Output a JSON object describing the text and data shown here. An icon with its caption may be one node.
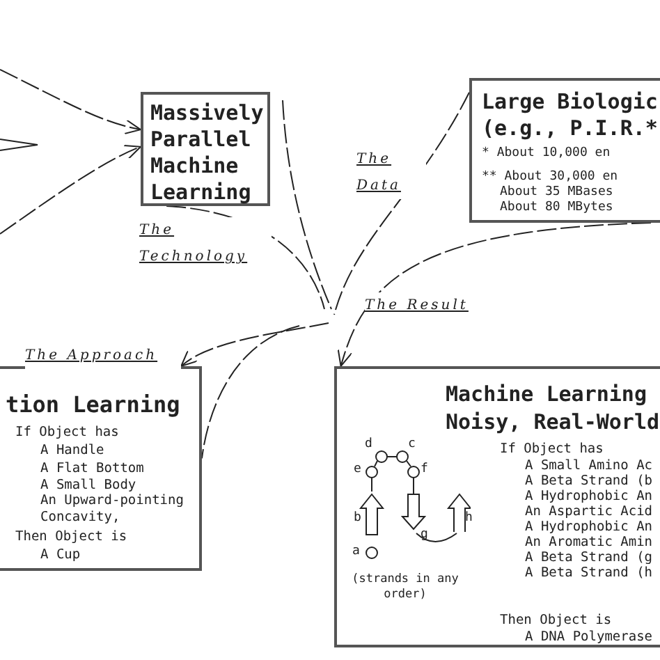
{
  "diagram": {
    "nodes": [
      {
        "text": [
          "Massively Parallel Machine Learning"
        ]
      },
      {
        "text": [
          "Large Biologic (e.g., P.I.R.*",
          "* About 10,000 en",
          "** About 30,000 en",
          "About 35 MBases",
          "About 80 MBytes"
        ]
      },
      {
        "text": [
          "tion Learning",
          "If Object has",
          "A Handle",
          "A Flat Bottom",
          "A Small Body",
          "An Upward-pointing Concavity,",
          "Then Object is",
          "A Cup"
        ]
      },
      {
        "text": [
          "Machine Learning Noisy, Real-World",
          "If Object has",
          "A Small Amino Ac",
          "A Beta Strand (b",
          "A Hydrophobic An",
          "An Aspartic Acid",
          "A Hydrophobic An",
          "An Aromatic Amin",
          "A Beta Strand (g",
          "A Beta Strand (h",
          "(strands in any order)",
          "Then Object is",
          "A DNA Polymerase"
        ]
      }
    ],
    "edges": [
      {
        "from": null,
        "to": 0,
        "arrow": "to"
      },
      {
        "from": null,
        "to": 0,
        "arrow": "to"
      },
      {
        "from": 0,
        "to": null,
        "arrow": "none",
        "label": "The Technology"
      },
      {
        "from": 1,
        "to": null,
        "arrow": "none",
        "label": "The Data"
      },
      {
        "from": null,
        "to": 2,
        "arrow": "to",
        "label": "The Approach"
      },
      {
        "from": 1,
        "to": 3,
        "arrow": "to",
        "label": "The Result"
      },
      {
        "from": null,
        "to": 2,
        "arrow": "none"
      }
    ],
    "labels": [
      "d",
      "c",
      "e",
      "f",
      "b",
      "h",
      "g",
      "a"
    ]
  }
}
